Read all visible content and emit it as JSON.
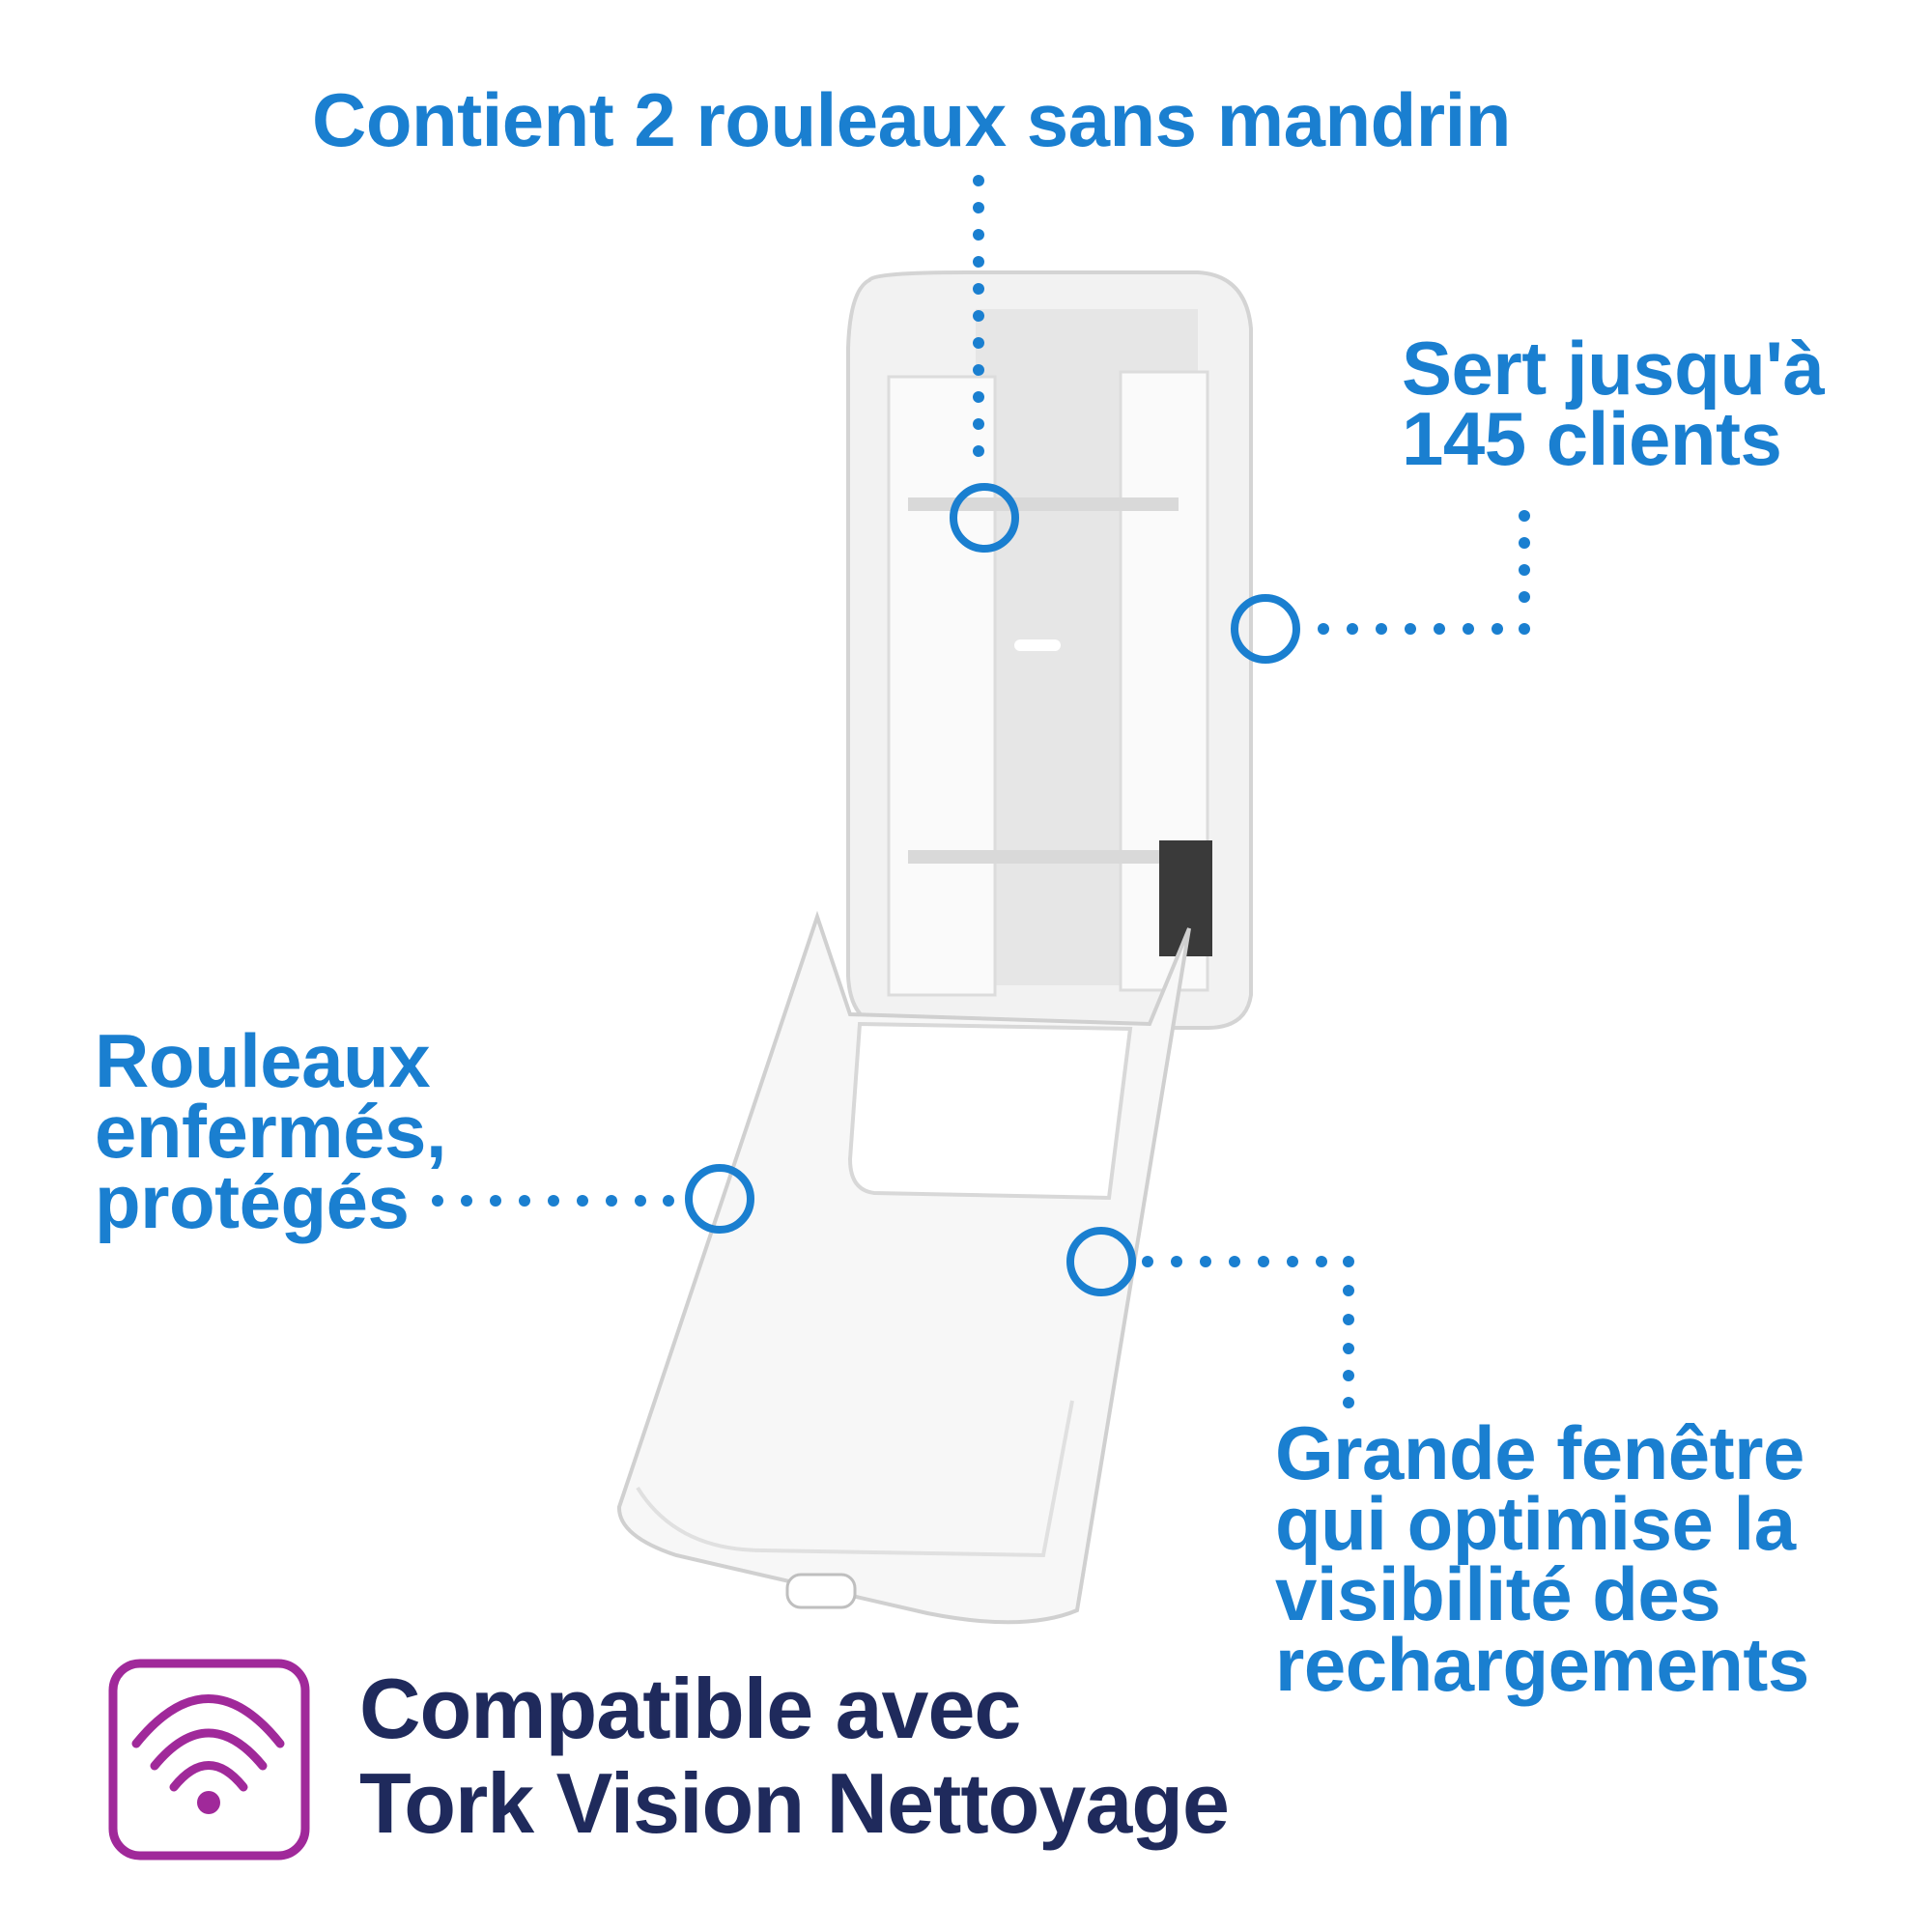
{
  "callouts": {
    "rolls": {
      "text": "Contient 2 rouleaux sans mandrin"
    },
    "capacity": {
      "lines": [
        "Sert jusqu'à",
        "145 clients"
      ]
    },
    "enclosed": {
      "lines": [
        "Rouleaux",
        "enfermés,",
        "protégés"
      ]
    },
    "window": {
      "lines": [
        "Grande fenêtre",
        "qui optimise la",
        "visibilité des",
        "rechargements"
      ]
    }
  },
  "compatibility": {
    "icon": "wifi-signal-icon",
    "lines": [
      "Compatible avec",
      "Tork Vision Nettoyage"
    ]
  },
  "product": {
    "image": "tork-toilet-roll-dispenser-open"
  },
  "colors": {
    "callout": "#1a7fd0",
    "heading": "#1f2a5c",
    "icon": "#a0299a"
  }
}
